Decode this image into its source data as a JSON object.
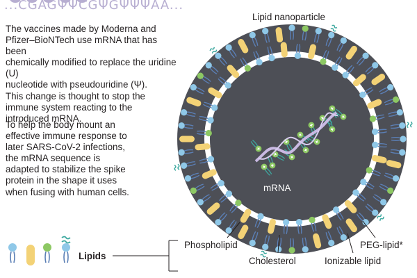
{
  "header": {
    "sequence": "...CGAGΨΨCGΨGΨΨΨAA..."
  },
  "text": {
    "paragraph1": "The vaccines made by Moderna and\nPfizer–BioNTech use mRNA that has been\nchemically modified to replace the uridine (U)\nnucleotide with pseudouridine (Ψ).\nThis change is thought to stop the\nimmune system reacting to the\nintroduced mRNA.",
    "paragraph2": "To help the body mount an\neffective immune response to\nlater SARS-CoV-2 infections,\nthe mRNA sequence is\nadapted to stabilize the spike\nprotein in the shape it uses\nwhen fusing with human cells."
  },
  "diagram": {
    "title": "Lipid nanoparticle",
    "core_label": "mRNA",
    "lipid_labels": {
      "phospholipid": "Phospholipid",
      "cholesterol": "Cholesterol",
      "ionizable": "Ionizable lipid",
      "peg": "PEG-lipid*"
    }
  },
  "legend": {
    "title": "Lipids"
  },
  "colors": {
    "phospholipid_head": "#8fc8e8",
    "cholesterol": "#f3d276",
    "ionizable_head": "#8dc863",
    "peg": "#3ea9a0",
    "core": "#4d4f56",
    "tail": "#5b7fb5",
    "mrna": "#c9b9e3",
    "sequence": "#b7aed1"
  }
}
